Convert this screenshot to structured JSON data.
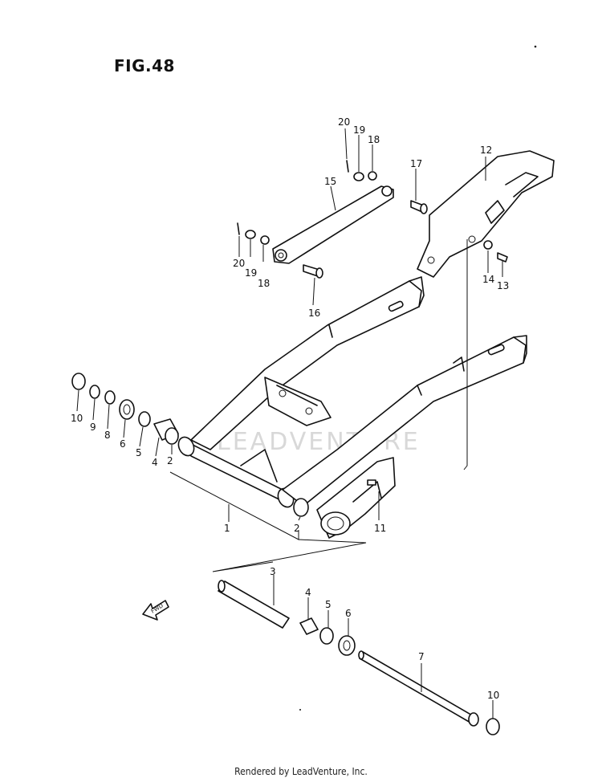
{
  "figure": {
    "title": "FIG.48"
  },
  "watermark": "LEADVENTURE",
  "footer": "Rendered by LeadVenture, Inc.",
  "fwd_label": "FWD",
  "callouts": {
    "c1": "1",
    "c2a": "2",
    "c2b": "2",
    "c3": "3",
    "c4a": "4",
    "c4b": "4",
    "c5a": "5",
    "c5b": "5",
    "c6a": "6",
    "c6b": "6",
    "c7": "7",
    "c8": "8",
    "c9": "9",
    "c10a": "10",
    "c10b": "10",
    "c11": "11",
    "c12": "12",
    "c13": "13",
    "c14": "14",
    "c15": "15",
    "c16": "16",
    "c17": "17",
    "c18a": "18",
    "c18b": "18",
    "c19a": "19",
    "c19b": "19",
    "c20a": "20",
    "c20b": "20"
  }
}
